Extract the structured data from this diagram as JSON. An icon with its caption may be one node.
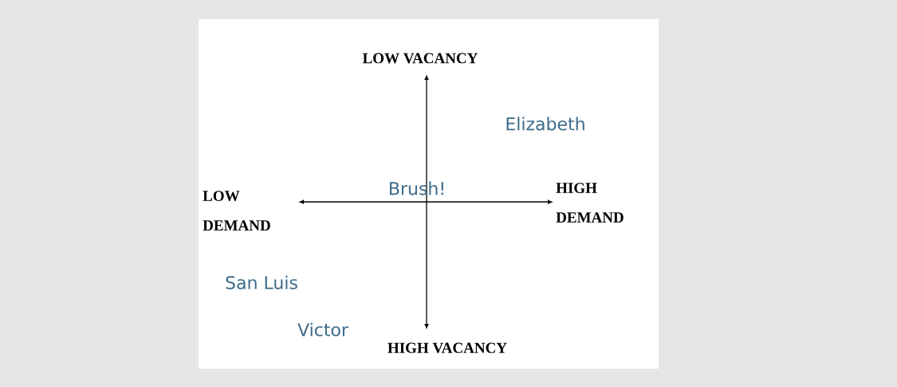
{
  "diagram": {
    "labels": [
      "LOW VACANCY",
      "Elizabeth",
      "Brush!",
      "LOW DEMAND",
      "HIGH DEMAND",
      "San Luis",
      "Victor",
      "HIGH VACANCY"
    ]
  }
}
